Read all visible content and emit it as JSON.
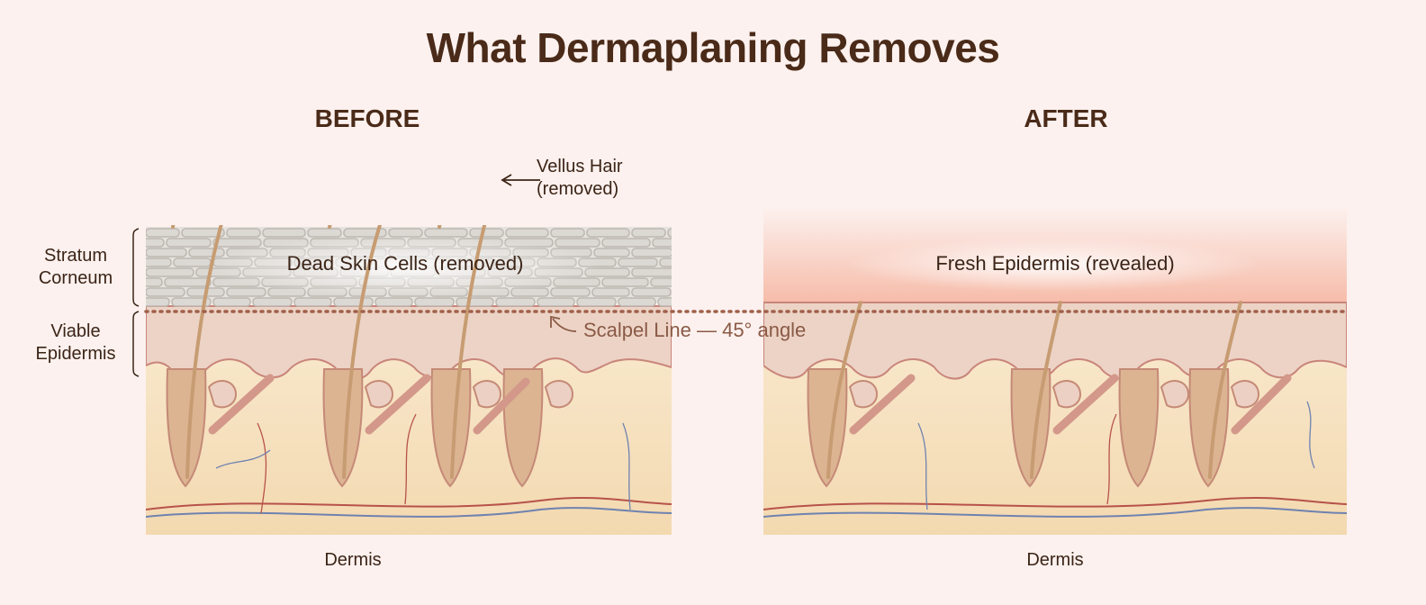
{
  "title": "What Dermaplaning Removes",
  "panels": {
    "before": {
      "heading": "BEFORE",
      "dermis_label": "Dermis"
    },
    "after": {
      "heading": "AFTER",
      "dermis_label": "Dermis"
    }
  },
  "labels": {
    "stratum_corneum": "Stratum Corneum",
    "viable_epidermis": "Viable Epidermis",
    "vellus_hair": "Vellus Hair (removed)",
    "dead_skin_cells": "Dead Skin Cells (removed)",
    "fresh_epidermis": "Fresh Epidermis (revealed)",
    "scalpel_line": "Scalpel Line — 45° angle"
  },
  "colors": {
    "background": "#fcf1ee",
    "title": "#4a2a18",
    "dead_cells": "#dcd8d3",
    "epidermis": "#ecd3c6",
    "fresh_layer": "#f7c2b1",
    "dermis": "#f8e6c7",
    "follicle": "#d9b08f",
    "hair": "#c79c72",
    "artery": "#b7524a",
    "vein": "#6f82b0",
    "scalpel_line": "#a0604a"
  }
}
